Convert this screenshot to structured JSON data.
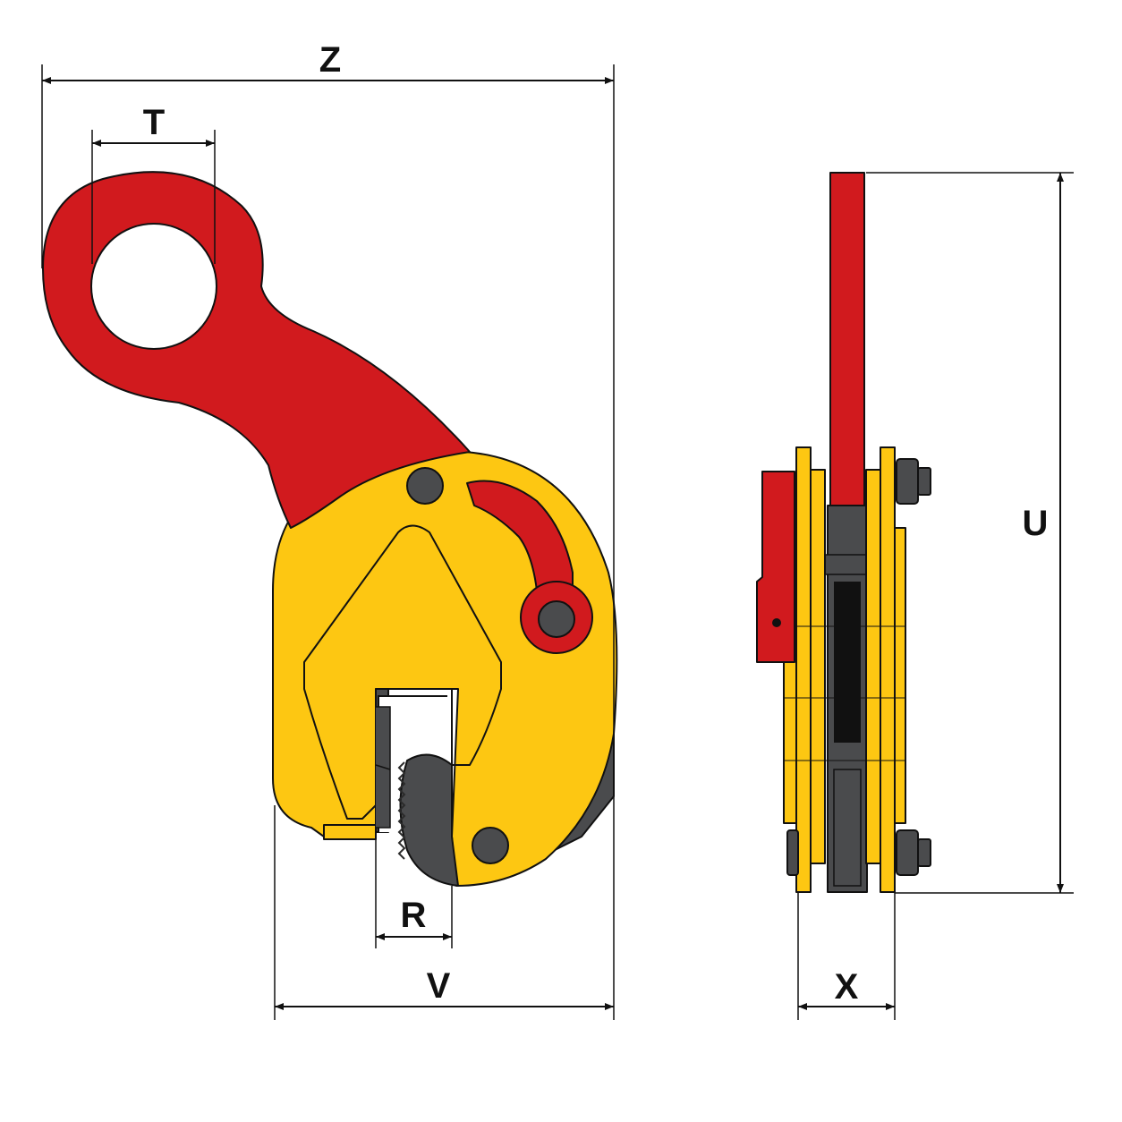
{
  "labels": {
    "z": "Z",
    "t": "T",
    "r": "R",
    "v": "V",
    "u": "U",
    "x": "X"
  },
  "colors": {
    "red": "#d11a1e",
    "yellow": "#fdc712",
    "gray": "#4a4b4d",
    "dark": "#2b2b2b",
    "line": "#111111"
  },
  "icons": {
    "front_view": "lifting-clamp-front-icon",
    "side_view": "lifting-clamp-side-icon"
  }
}
